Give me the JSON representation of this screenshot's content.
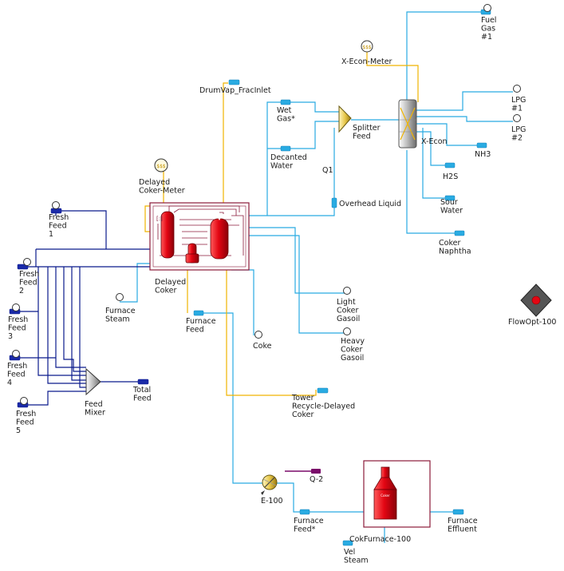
{
  "colors": {
    "feed_line": "#0a1a8c",
    "material_line": "#29abe2",
    "yellow_line": "#f0b400",
    "energy_line": "#7a0a6a",
    "equipment_red": "#e30613",
    "frame": "#8b1a3a"
  },
  "labels": {
    "fuel_gas": [
      "Fuel",
      "Gas",
      "#1"
    ],
    "x_econ_meter": "X-Econ-Meter",
    "drumvap": "DrumVap_FracInlet",
    "lpg1": [
      "LPG",
      "#1"
    ],
    "lpg2": [
      "LPG",
      "#2"
    ],
    "wet_gas": [
      "Wet",
      "Gas*"
    ],
    "splitter_feed": [
      "Splitter",
      "Feed"
    ],
    "x_econ": "X-Econ",
    "nh3": "NH3",
    "decanted_water": [
      "Decanted",
      "Water"
    ],
    "q1": "Q1",
    "h2s": "H2S",
    "sour_water": [
      "Sour",
      "Water"
    ],
    "delayed_coker_meter": [
      "Delayed",
      "Coker-Meter"
    ],
    "overhead_liquid": "Overhead Liquid",
    "fresh_feed_1": [
      "Fresh",
      "Feed",
      "1"
    ],
    "coker_naphtha": [
      "Coker",
      "Naphtha"
    ],
    "fresh_feed_2": [
      "Fresh",
      "Feed",
      "2"
    ],
    "delayed_coker": [
      "Delayed",
      "Coker"
    ],
    "fresh_feed_3": [
      "Fresh",
      "Feed",
      "3"
    ],
    "furnace_steam": [
      "Furnace",
      "Steam"
    ],
    "light_coker_gasoil": [
      "Light",
      "Coker",
      "Gasoil"
    ],
    "flowopt": "FlowOpt-100",
    "furnace_feed": [
      "Furnace",
      "Feed"
    ],
    "coke": "Coke",
    "heavy_coker_gasoil": [
      "Heavy",
      "Coker",
      "Gasoil"
    ],
    "fresh_feed_4": [
      "Fresh",
      "Feed",
      "4"
    ],
    "total_feed": [
      "Total",
      "Feed"
    ],
    "feed_mixer": [
      "Feed",
      "Mixer"
    ],
    "tower_recycle": [
      "Tower",
      "Recycle-Delayed",
      "Coker"
    ],
    "fresh_feed_5": [
      "Fresh",
      "Feed",
      "5"
    ],
    "q2": "Q-2",
    "e100": "E-100",
    "furnace_feed_star": [
      "Furnace",
      "Feed*"
    ],
    "furnace_effluent": [
      "Furnace",
      "Effluent"
    ],
    "cokfurnace": "CokFurnace-100",
    "vel_steam": [
      "Vel",
      "Steam"
    ],
    "furnace_glyph": "Coker"
  }
}
